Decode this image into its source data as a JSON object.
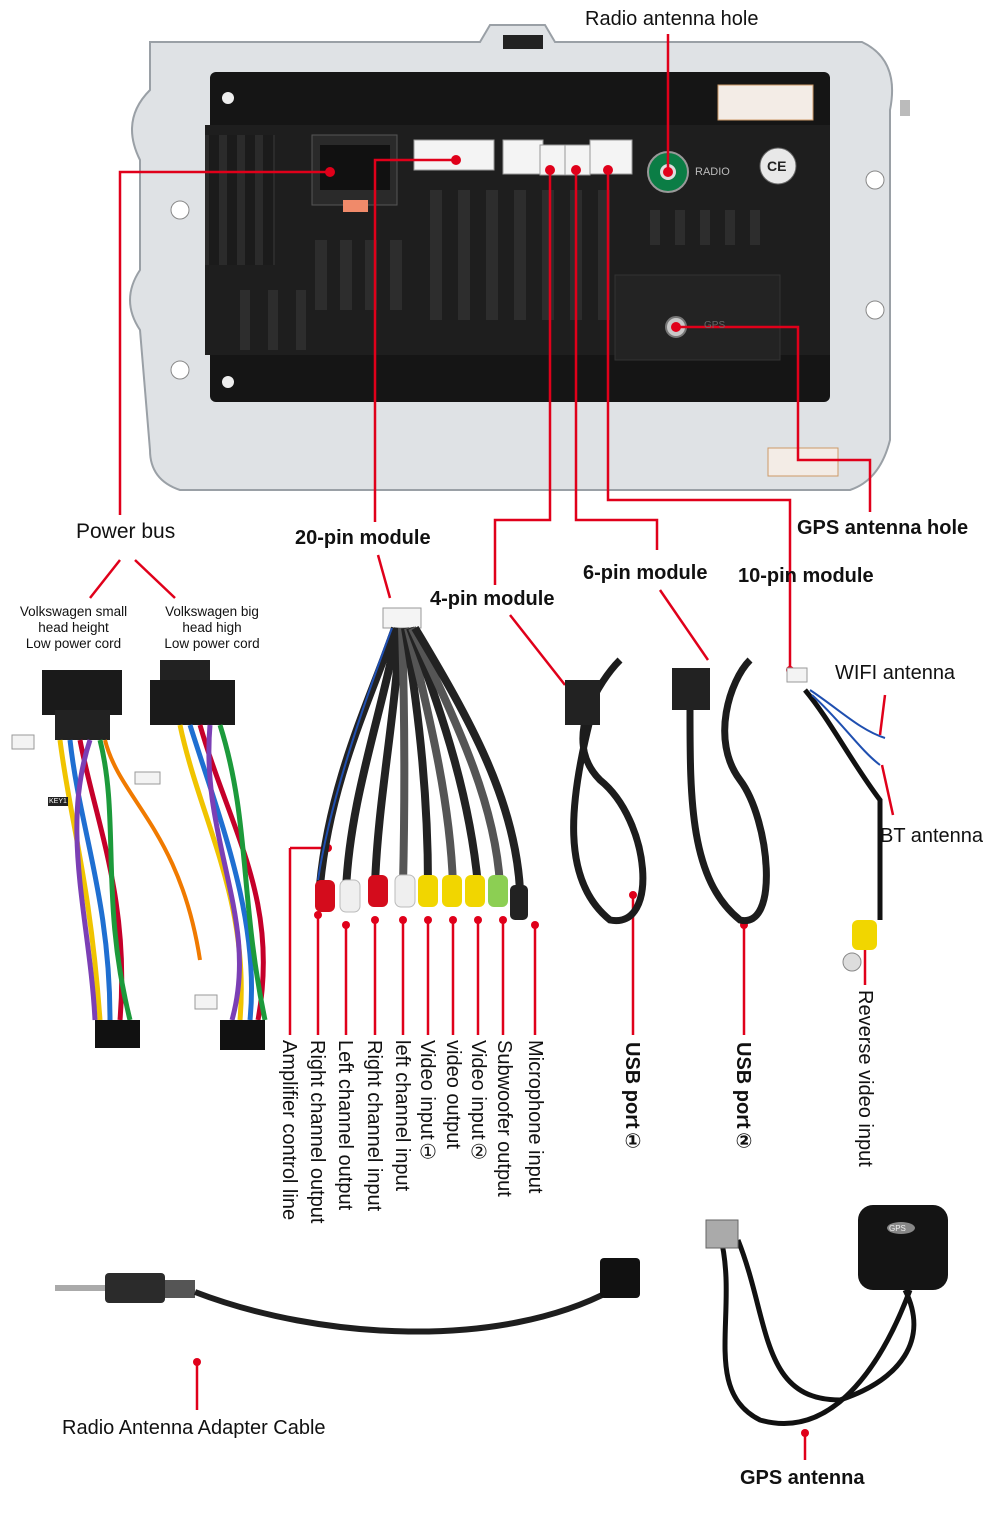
{
  "labels": {
    "radio_antenna_hole": "Radio antenna hole",
    "power_bus": "Power bus",
    "pin20_module": "20-pin module",
    "gps_antenna_hole": "GPS antenna hole",
    "pin4_module": "4-pin module",
    "pin6_module": "6-pin module",
    "pin10_module": "10-pin module",
    "wifi_antenna": "WIFI antenna",
    "bt_antenna": "BT antenna",
    "vw_small": [
      "Volkswagen small",
      "head height",
      "Low power cord"
    ],
    "vw_big": [
      "Volkswagen big",
      "head high",
      "Low power cord"
    ],
    "usb_port_1": "USB port①",
    "usb_port_2": "USB port②",
    "reverse_video_input": "Reverse video input",
    "radio_antenna_cable": "Radio Antenna Adapter Cable",
    "gps_antenna": "GPS antenna",
    "rca": [
      "Amplifier control line",
      "Right channel output",
      "Left channel output",
      "Right channel input",
      "left channel input",
      "Video input①",
      "video output",
      "Video input②",
      "Subwoofer output",
      "Microphone input"
    ]
  },
  "unit_marks": {
    "radio_text": "RADIO",
    "gps_text": "GPS",
    "ce_mark": "CE",
    "key1": "KEY1",
    "gps_module_text": "GPS"
  },
  "colors": {
    "callout": "#e0001a",
    "chassis": "#d9dde1",
    "housing": "#141414"
  }
}
